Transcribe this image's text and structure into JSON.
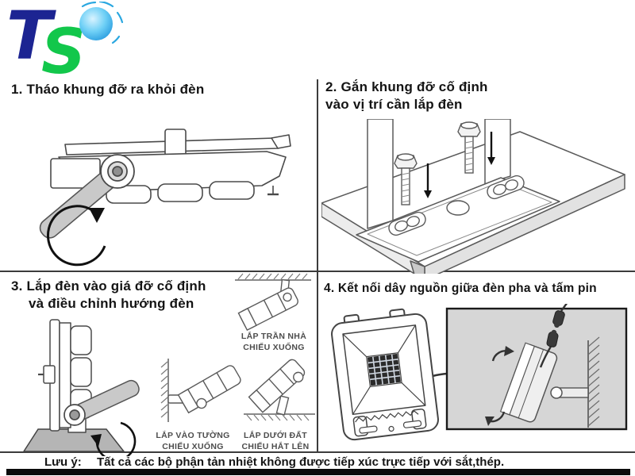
{
  "logo": {
    "letter_t": "T",
    "letter_s": "S",
    "colors": {
      "t": "#1c2492",
      "s": "#12c74b",
      "sphere": "#59c6f2",
      "arcs": "#2aa7e0"
    }
  },
  "panels": {
    "step1": {
      "title": "1. Tháo khung đỡ ra khỏi đèn"
    },
    "step2": {
      "title_line1": "2. Gắn khung đỡ cố định",
      "title_line2": "vào vị trí cần lắp đèn"
    },
    "step3": {
      "title_line1": "3. Lắp đèn vào giá đỡ cố định",
      "title_line2": "và điều chỉnh hướng đèn",
      "caption_ceiling_line1": "LẮP TRẦN NHÀ",
      "caption_ceiling_line2": "CHIẾU XUỐNG",
      "caption_wall_line1": "LẮP VÀO TƯỜNG",
      "caption_wall_line2": "CHIẾU XUỐNG",
      "caption_ground_line1": "LẮP DƯỚI ĐẤT",
      "caption_ground_line2": "CHIẾU HẮT LÊN"
    },
    "step4": {
      "title": "4. Kết nối dây nguồn giữa đèn pha và tấm pin"
    }
  },
  "note": {
    "label": "Lưu ý:",
    "text": "Tất cả các bộ phận tản nhiệt không được tiếp xúc trực tiếp với sắt,thép."
  }
}
